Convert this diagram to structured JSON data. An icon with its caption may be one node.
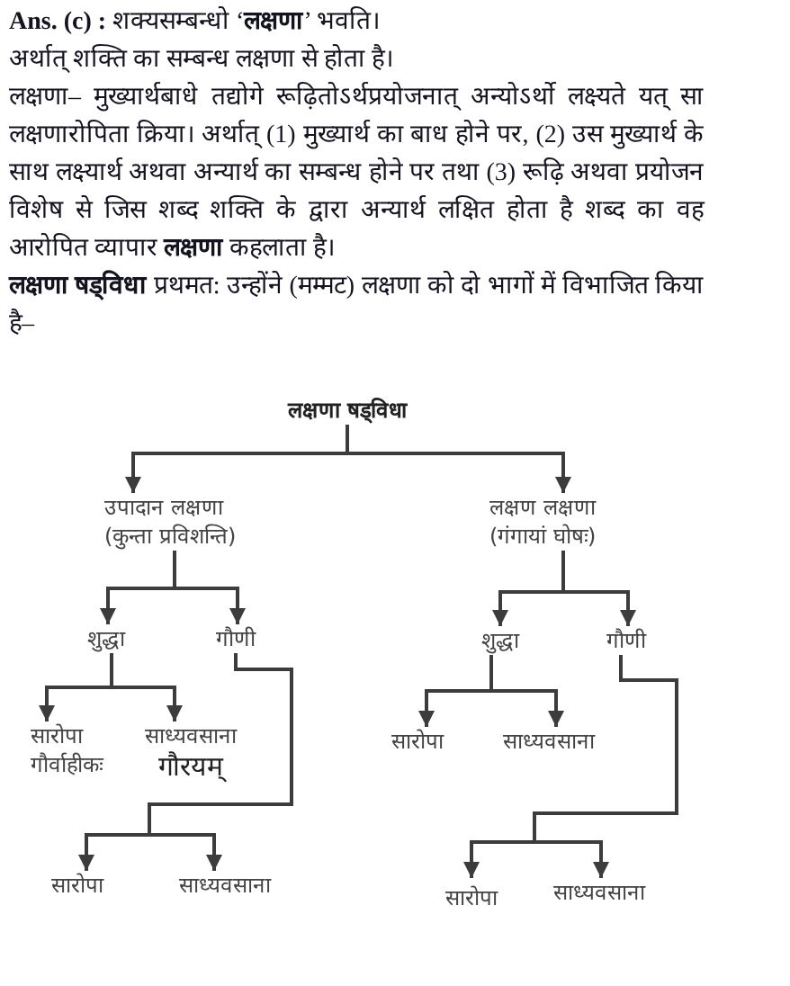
{
  "diagram": {
    "labels": [
      "**Ans. (c) :** शक्यसम्बन्धो ‘**लक्षणा**’ भवति।",
      "अर्थात् शक्ति का सम्बन्ध लक्षणा से होता है।",
      "लक्षणा– मुख्यार्थबाधे तद्योगे रूढ़ितोऽर्थप्रयोजनात् अन्योऽर्थो लक्ष्यते यत् सा लक्षणारोपिता क्रिया। अर्थात् (1) मुख्यार्थ का बाध होने पर, (2) उस मुख्यार्थ के साथ लक्ष्यार्थ अथवा अन्यार्थ का सम्बन्ध होने पर तथा (3) रूढ़ि अथवा प्रयोजन विशेष से जिस शब्द शक्ति के द्वारा अन्यार्थ लक्षित होता है शब्द का वह आरोपित व्यापार **लक्षणा** कहलाता है।",
      "**लक्षणा षड्विधा** प्रथमत: उन्होंने (मम्मट) लक्षणा को दो भागों में विभाजित किया है–"
    ],
    "nodes": [
      {
        "text": [
          "लक्षणा षड्विधा"
        ]
      },
      {
        "text": [
          "उपादान लक्षणा",
          "(कुन्ता प्रविशन्ति)"
        ]
      },
      {
        "text": [
          "लक्षण लक्षणा",
          "(गंगायां घोषः)"
        ]
      },
      {
        "text": [
          "शुद्धा"
        ]
      },
      {
        "text": [
          "गौणी"
        ]
      },
      {
        "text": [
          "शुद्धा"
        ]
      },
      {
        "text": [
          "गौणी"
        ]
      },
      {
        "text": [
          "सारोपा",
          "गौर्वाहीकः"
        ]
      },
      {
        "text": [
          "साध्यवसाना",
          "गौरयम्"
        ]
      },
      {
        "text": [
          "सारोपा"
        ]
      },
      {
        "text": [
          "साध्यवसाना"
        ]
      },
      {
        "text": [
          "सारोपा"
        ]
      },
      {
        "text": [
          "साध्यवसाना"
        ]
      },
      {
        "text": [
          "सारोपा"
        ]
      },
      {
        "text": [
          "साध्यवसाना"
        ]
      }
    ],
    "edges": [
      {
        "from": 0,
        "to": 1,
        "arrow": "to"
      },
      {
        "from": 0,
        "to": 2,
        "arrow": "to"
      },
      {
        "from": 1,
        "to": 3,
        "arrow": "to"
      },
      {
        "from": 1,
        "to": 4,
        "arrow": "to"
      },
      {
        "from": 2,
        "to": 5,
        "arrow": "to"
      },
      {
        "from": 2,
        "to": 6,
        "arrow": "to"
      },
      {
        "from": 3,
        "to": 7,
        "arrow": "to"
      },
      {
        "from": 3,
        "to": 8,
        "arrow": "to"
      },
      {
        "from": 4,
        "to": 11,
        "arrow": "to"
      },
      {
        "from": 4,
        "to": 12,
        "arrow": "to"
      },
      {
        "from": 5,
        "to": 9,
        "arrow": "to"
      },
      {
        "from": 5,
        "to": 10,
        "arrow": "to"
      },
      {
        "from": 6,
        "to": 13,
        "arrow": "to"
      },
      {
        "from": 6,
        "to": 14,
        "arrow": "to"
      }
    ]
  }
}
